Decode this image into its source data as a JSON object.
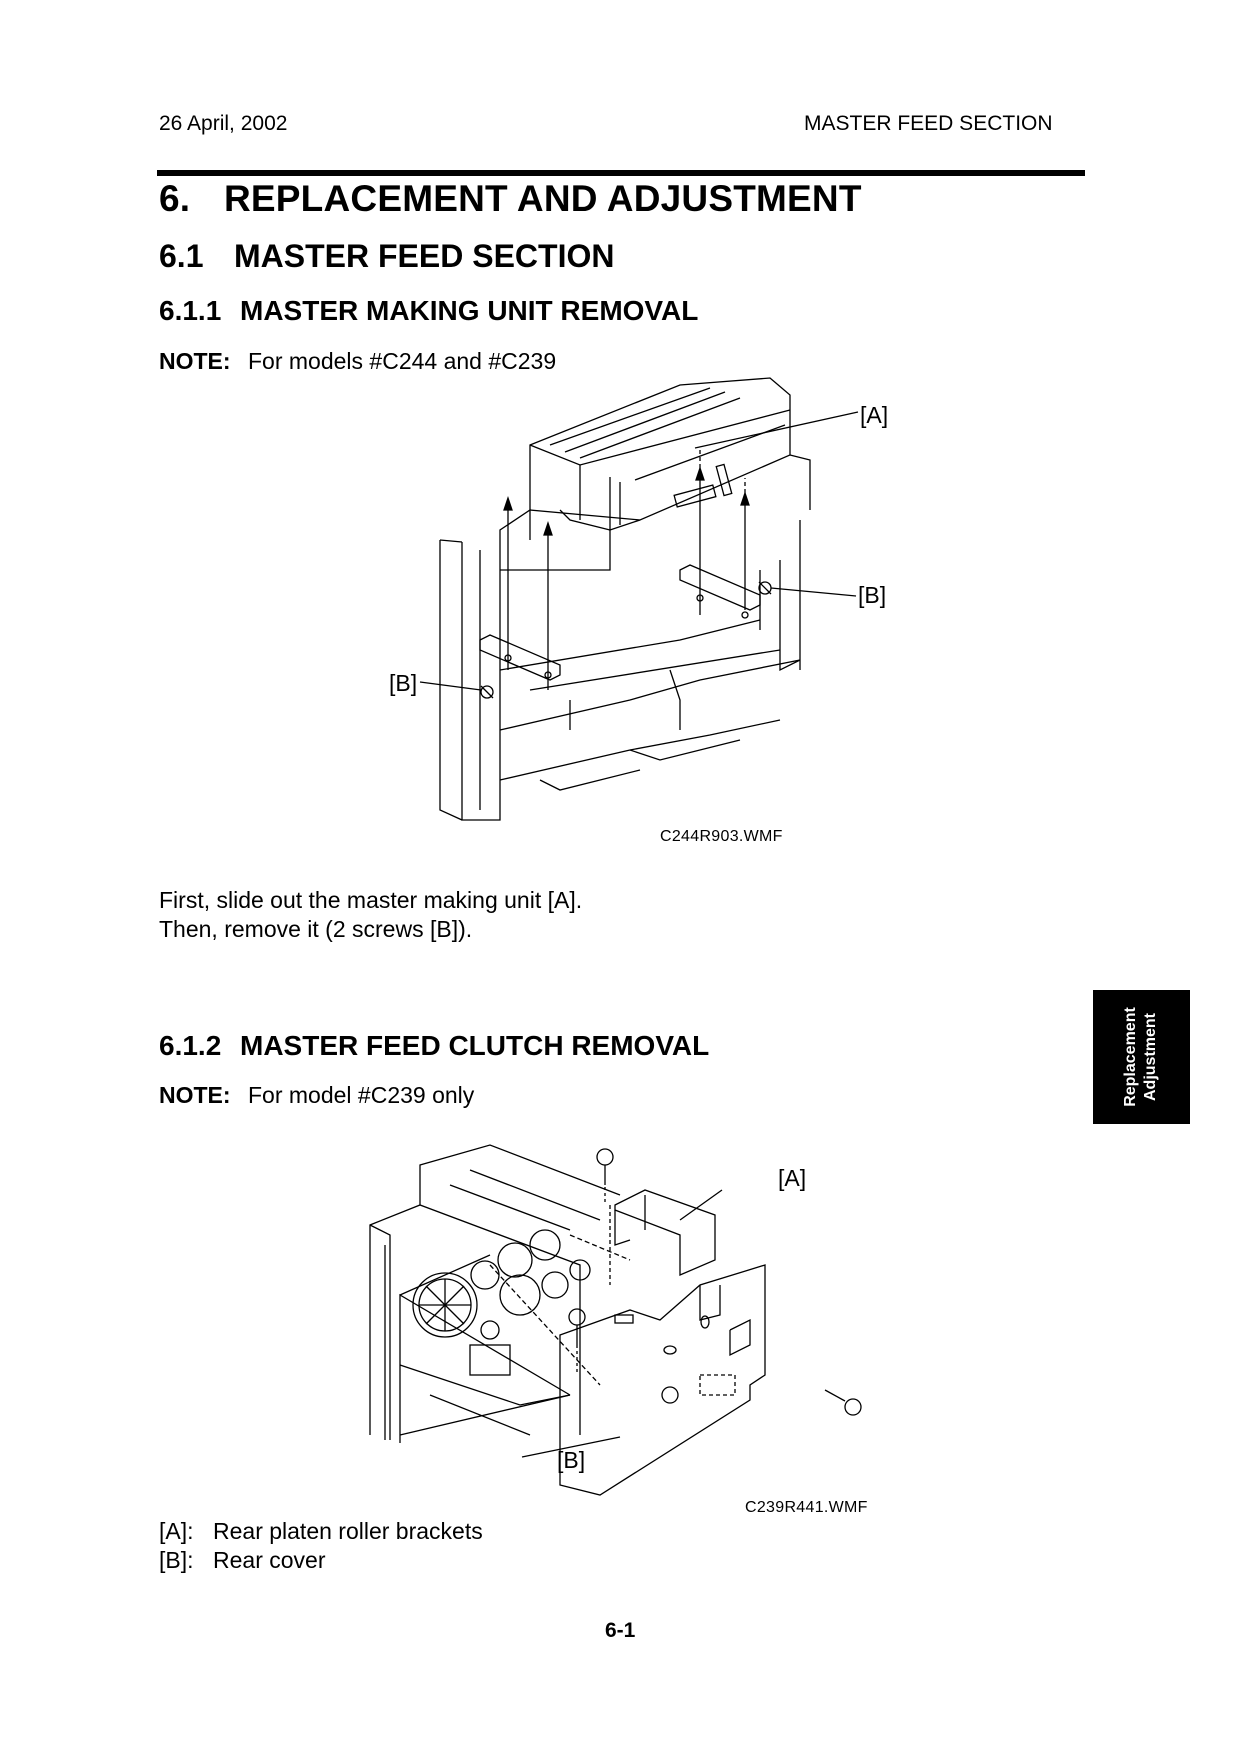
{
  "header": {
    "date": "26 April, 2002",
    "section": "MASTER FEED SECTION"
  },
  "chapter": {
    "number": "6.",
    "title": "REPLACEMENT AND ADJUSTMENT"
  },
  "section": {
    "number": "6.1",
    "title": "MASTER FEED SECTION"
  },
  "subsection1": {
    "number": "6.1.1",
    "title": "MASTER MAKING UNIT REMOVAL",
    "note_label": "NOTE:",
    "note_text": "For models #C244 and #C239",
    "figure": {
      "caption": "C244R903.WMF",
      "labels": {
        "a": "[A]",
        "b_right": "[B]",
        "b_left": "[B]"
      }
    },
    "instructions": [
      "First, slide out the master making unit [A].",
      "Then, remove it (2 screws [B])."
    ]
  },
  "subsection2": {
    "number": "6.1.2",
    "title": "MASTER FEED CLUTCH REMOVAL",
    "note_label": "NOTE:",
    "note_text": "For model #C239 only",
    "figure": {
      "caption": "C239R441.WMF",
      "labels": {
        "a": "[A]",
        "b": "[B]"
      }
    },
    "legend": [
      {
        "key": "[A]:",
        "text": "Rear platen roller brackets"
      },
      {
        "key": "[B]:",
        "text": "Rear cover"
      }
    ]
  },
  "side_tab": {
    "line1": "Replacement",
    "line2": "Adjustment"
  },
  "page_number": "6-1"
}
